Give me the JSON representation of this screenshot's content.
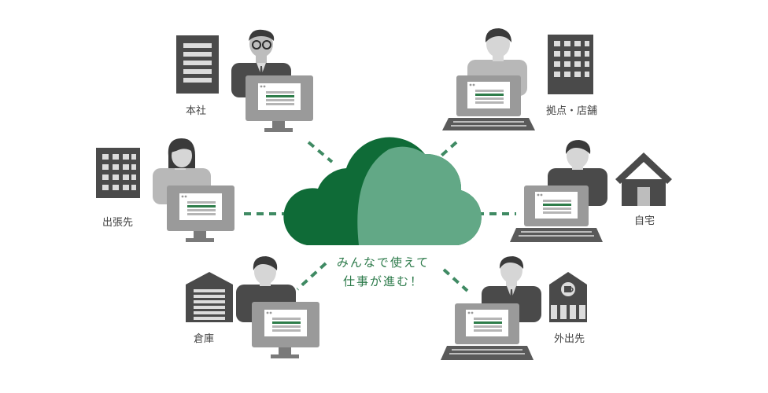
{
  "locations": {
    "head_office": "本社",
    "branch_store": "拠点・店舗",
    "business_trip": "出張先",
    "home": "自宅",
    "warehouse": "倉庫",
    "outside": "外出先"
  },
  "tagline": {
    "line1": "みんなで使えて",
    "line2": "仕事が進む！"
  },
  "colors": {
    "cloud_dark": "#0f6b37",
    "cloud_light": "#62a886",
    "connector": "#3f8a63",
    "accent_line": "#2e7d4a",
    "text_green": "#2c7a4a"
  }
}
